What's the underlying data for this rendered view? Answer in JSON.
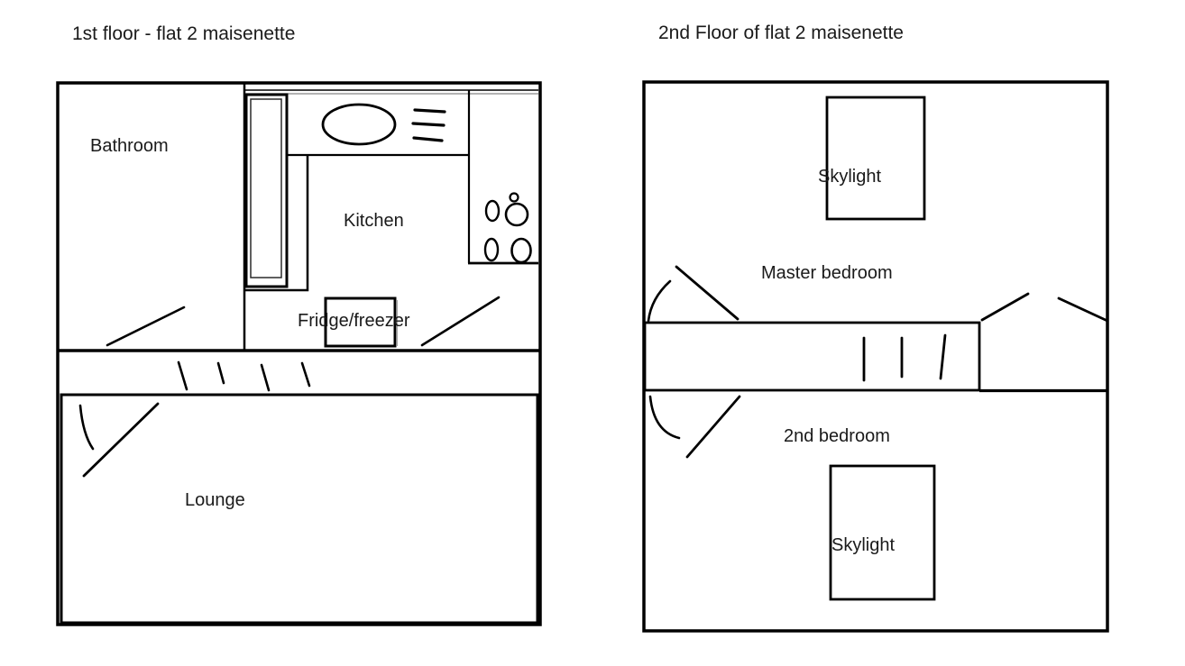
{
  "document": {
    "kind": "hand-drawn floor plan sketch",
    "background": "#ffffff",
    "ink": "#000000",
    "shadow_grey": "#9a9a9a"
  },
  "floor1": {
    "title": "1st floor - flat 2 maisenette",
    "labels": {
      "bathroom": "Bathroom",
      "kitchen": "Kitchen",
      "fridge": "Fridge/freezer",
      "lounge": "Lounge"
    }
  },
  "floor2": {
    "title": "2nd Floor of flat 2 maisenette",
    "labels": {
      "skylight_top": "Skylight",
      "master_bedroom": "Master bedroom",
      "second_bedroom": "2nd bedroom",
      "skylight_bottom": "Skylight"
    }
  }
}
